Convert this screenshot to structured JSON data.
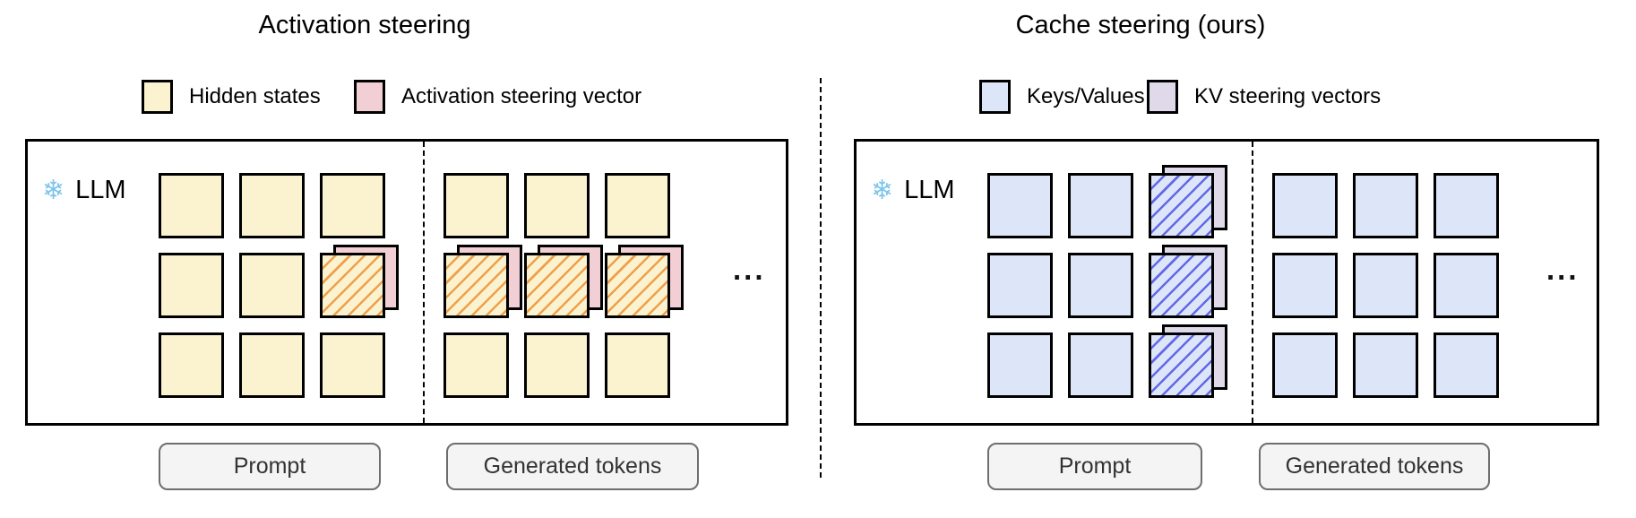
{
  "colors": {
    "square_border": "#000000",
    "panel_border": "#000000",
    "button_background": "#f4f4f4",
    "button_border": "#6e6e6e",
    "snowflake_blue": "#7fc4ec",
    "dashed_line": "#000000"
  },
  "panels": [
    {
      "id": "activation-steering",
      "title": "Activation steering",
      "legend": [
        {
          "label": "Hidden states",
          "swatch": "hidden-states-swatch"
        },
        {
          "label": "Activation steering vector",
          "swatch": "activation-steering-vector-swatch"
        }
      ],
      "snowflake_icon": "❄",
      "model_label": "LLM",
      "cell_color": "#fbf2cf",
      "vector_color": "#f2cfd5",
      "hatch_color": "#f0a04b",
      "grids": {
        "prompt": [
          [
            "plain",
            "plain",
            "plain"
          ],
          [
            "plain",
            "plain",
            "steered"
          ],
          [
            "plain",
            "plain",
            "plain"
          ]
        ],
        "generated": [
          [
            "plain",
            "plain",
            "plain"
          ],
          [
            "steered",
            "steered",
            "steered"
          ],
          [
            "plain",
            "plain",
            "plain"
          ]
        ]
      },
      "ellipsis": "...",
      "prompt_button": "Prompt",
      "generated_button": "Generated tokens"
    },
    {
      "id": "cache-steering",
      "title": "Cache steering (ours)",
      "legend": [
        {
          "label": "Keys/Values",
          "swatch": "keys-values-swatch"
        },
        {
          "label": "KV steering vectors",
          "swatch": "kv-steering-vectors-swatch"
        }
      ],
      "snowflake_icon": "❄",
      "model_label": "LLM",
      "cell_color": "#dce6f8",
      "vector_color": "#e0d9e9",
      "hatch_color": "#6468e8",
      "grids": {
        "prompt": [
          [
            "plain",
            "plain",
            "steered"
          ],
          [
            "plain",
            "plain",
            "steered"
          ],
          [
            "plain",
            "plain",
            "steered"
          ]
        ],
        "generated": [
          [
            "plain",
            "plain",
            "plain"
          ],
          [
            "plain",
            "plain",
            "plain"
          ],
          [
            "plain",
            "plain",
            "plain"
          ]
        ]
      },
      "ellipsis": "...",
      "prompt_button": "Prompt",
      "generated_button": "Generated tokens"
    }
  ]
}
